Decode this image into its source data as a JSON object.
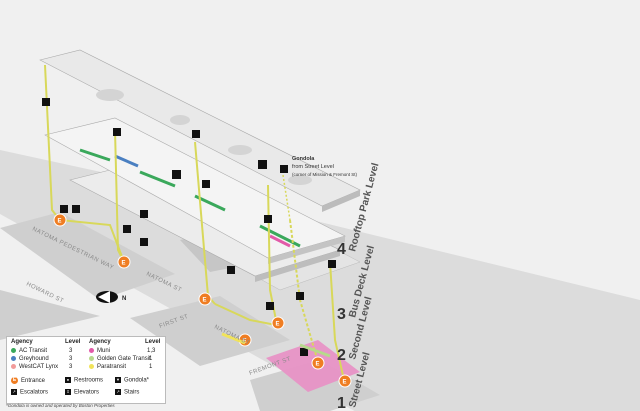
{
  "levels": [
    {
      "number": "4",
      "name": "Rooftop Park Level"
    },
    {
      "number": "3",
      "name": "Bus Deck Level"
    },
    {
      "number": "2",
      "name": "Second Level"
    },
    {
      "number": "1",
      "name": "Street Level"
    }
  ],
  "streets": {
    "natoma_ped": "NATOMA PEDESTRIAN WAY",
    "howard": "HOWARD ST",
    "first": "FIRST ST",
    "fremont": "FREMONT ST",
    "natoma_st": "NATOMA ST",
    "natoma_st2": "NATOMA ST"
  },
  "north_label": "N",
  "gondola_callout": {
    "title": "Gondola",
    "line2": "from Street Level",
    "line3": "(corner of Mission & Fremont St)"
  },
  "legend": {
    "header_agency": "Agency",
    "header_level": "Level",
    "left": [
      {
        "name": "AC Transit",
        "level": "3",
        "color": "#3aa85b"
      },
      {
        "name": "Greyhound",
        "level": "3",
        "color": "#4a7fc1"
      },
      {
        "name": "WestCAT Lynx",
        "level": "3",
        "color": "#f29b9b"
      }
    ],
    "right": [
      {
        "name": "Muni",
        "level": "1,3",
        "color": "#e25aa8"
      },
      {
        "name": "Golden Gate Transit",
        "level": "1",
        "color": "#b7d98c"
      },
      {
        "name": "Paratransit",
        "level": "1",
        "color": "#f1e35a"
      }
    ],
    "icons": [
      {
        "label": "Entrance",
        "icon": "entrance-icon"
      },
      {
        "label": "Escalators",
        "icon": "escalator-icon"
      },
      {
        "label": "Restrooms",
        "icon": "restroom-icon"
      },
      {
        "label": "Elevators",
        "icon": "elevator-icon"
      },
      {
        "label": "Gondola*",
        "icon": "gondola-icon"
      },
      {
        "label": "Stairs",
        "icon": "stairs-icon"
      }
    ]
  },
  "footnote": "*Gondola is owned and operated by Boston Properties",
  "entrance_letter": "E",
  "colors": {
    "path": "#d8d85a",
    "entrance": "#ef7d22",
    "muni": "#e25aa8",
    "ac_transit": "#3aa85b"
  }
}
